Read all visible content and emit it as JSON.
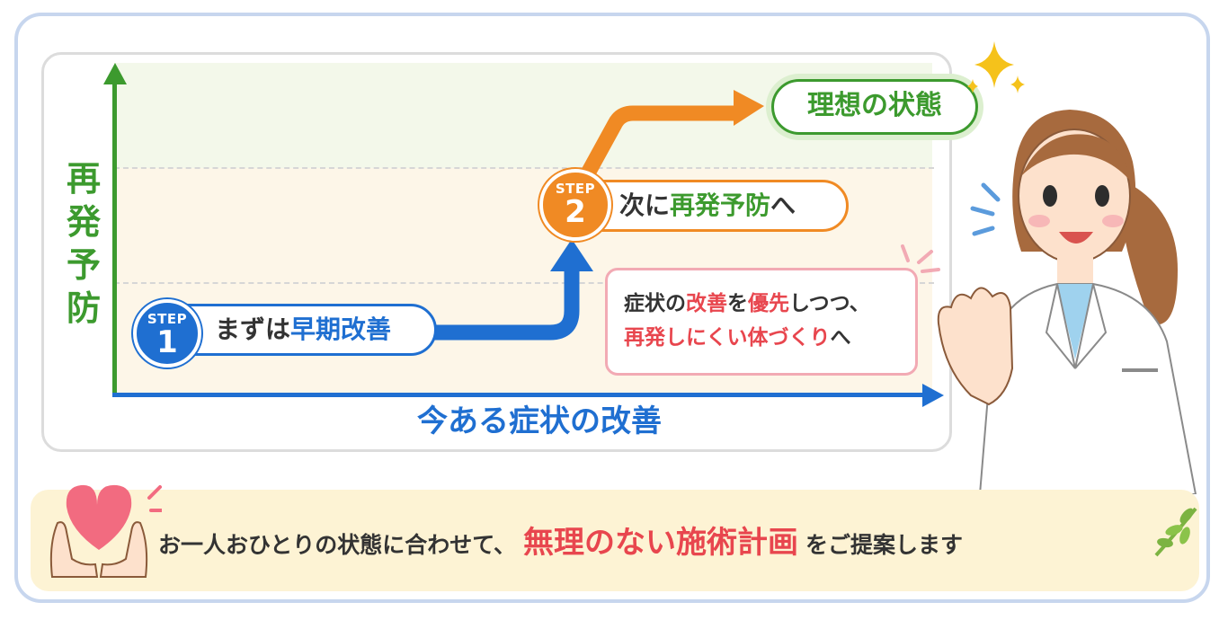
{
  "axes": {
    "y_label": "再発予防",
    "x_label": "今ある症状の改善"
  },
  "steps": [
    {
      "step_word": "STEP",
      "number": "1",
      "prefix": "まずは",
      "emphasis": "早期改善",
      "suffix": ""
    },
    {
      "step_word": "STEP",
      "number": "2",
      "prefix": "次に",
      "emphasis": "再発予防",
      "suffix": "へ"
    }
  ],
  "goal": {
    "label": "理想の状態"
  },
  "note": {
    "line1": {
      "a": "症状の",
      "b": "改善",
      "c": "を",
      "d": "優先",
      "e": "しつつ、"
    },
    "line2": {
      "a": "再発しにくい体づくり",
      "b": "へ"
    }
  },
  "banner": {
    "prefix": "お一人おひとりの状態に合わせて、",
    "emphasis": "無理のない施術計画",
    "suffix": "をご提案します"
  },
  "colors": {
    "green": "#3c9a2e",
    "blue": "#1f6fd1",
    "orange": "#f08a24",
    "red": "#e8464e",
    "banner_bg": "#fdf3d4"
  },
  "icons": [
    "sparkle-icon",
    "nurse-illustration",
    "heart-hands-icon",
    "leaf-icon",
    "motion-lines-icon"
  ]
}
